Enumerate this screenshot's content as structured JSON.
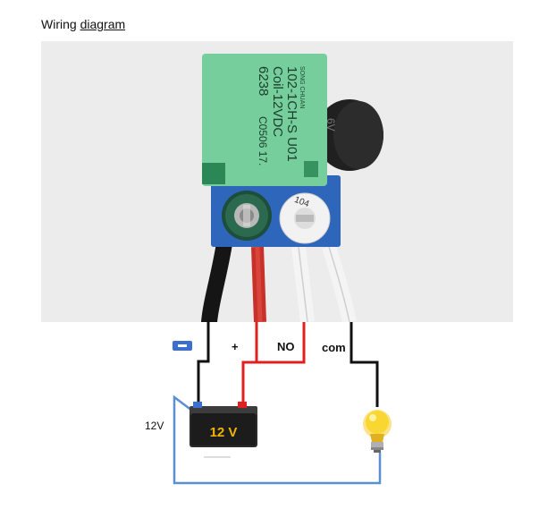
{
  "title": {
    "prefix": "Wiring",
    "underlined": "diagram"
  },
  "relay": {
    "brand": "SONG CHUAN",
    "model": "102-1CH-S U01",
    "coil": "Coil-12VDC",
    "code": "6238",
    "batch": "C0506 17.",
    "capacitor_text": "6V",
    "trimmer_text": "104"
  },
  "labels": {
    "plus": "+",
    "no": "NO",
    "com": "com",
    "voltage": "12V"
  },
  "battery": {
    "text": "12 V"
  },
  "colors": {
    "black_wire": "#111111",
    "red_wire": "#e02020",
    "blue_wire": "#5b8fd4",
    "relay_green": "#7ed3a4",
    "battery_body": "#2a2a2a",
    "battery_text": "#f2b400",
    "minus_badge": "#3a6fd0",
    "bulb": "#f8d830"
  },
  "icons": [
    "minus-icon",
    "battery-icon",
    "light-bulb-icon"
  ]
}
